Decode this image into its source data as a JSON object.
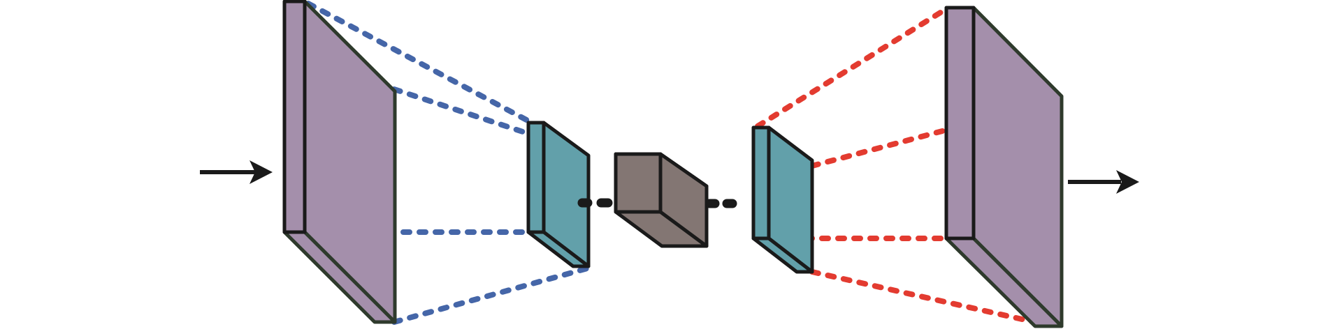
{
  "colors": {
    "background": "#ffffff",
    "outer_layer": "#a48fab",
    "inner_layer": "#62a0aa",
    "latent": "#837673",
    "stroke": "#1a1a1a",
    "stroke_alt": "#2e3a2c",
    "encoder_lines": "#4566a8",
    "decoder_lines": "#e33b30",
    "arrow": "#1a1a1a"
  },
  "elements": [
    {
      "name": "input-arrow",
      "kind": "arrow-icon"
    },
    {
      "name": "input-layer",
      "kind": "slab",
      "color_key": "outer_layer"
    },
    {
      "name": "encoder-projection",
      "kind": "dashed-lines",
      "color_key": "encoder_lines"
    },
    {
      "name": "encoder-bottleneck-layer",
      "kind": "slab",
      "color_key": "inner_layer"
    },
    {
      "name": "latent-cube",
      "kind": "cube",
      "color_key": "latent"
    },
    {
      "name": "decoder-bottleneck-layer",
      "kind": "slab",
      "color_key": "inner_layer"
    },
    {
      "name": "decoder-projection",
      "kind": "dashed-lines",
      "color_key": "decoder_lines"
    },
    {
      "name": "output-layer",
      "kind": "slab",
      "color_key": "outer_layer"
    },
    {
      "name": "output-arrow",
      "kind": "arrow-icon"
    }
  ]
}
